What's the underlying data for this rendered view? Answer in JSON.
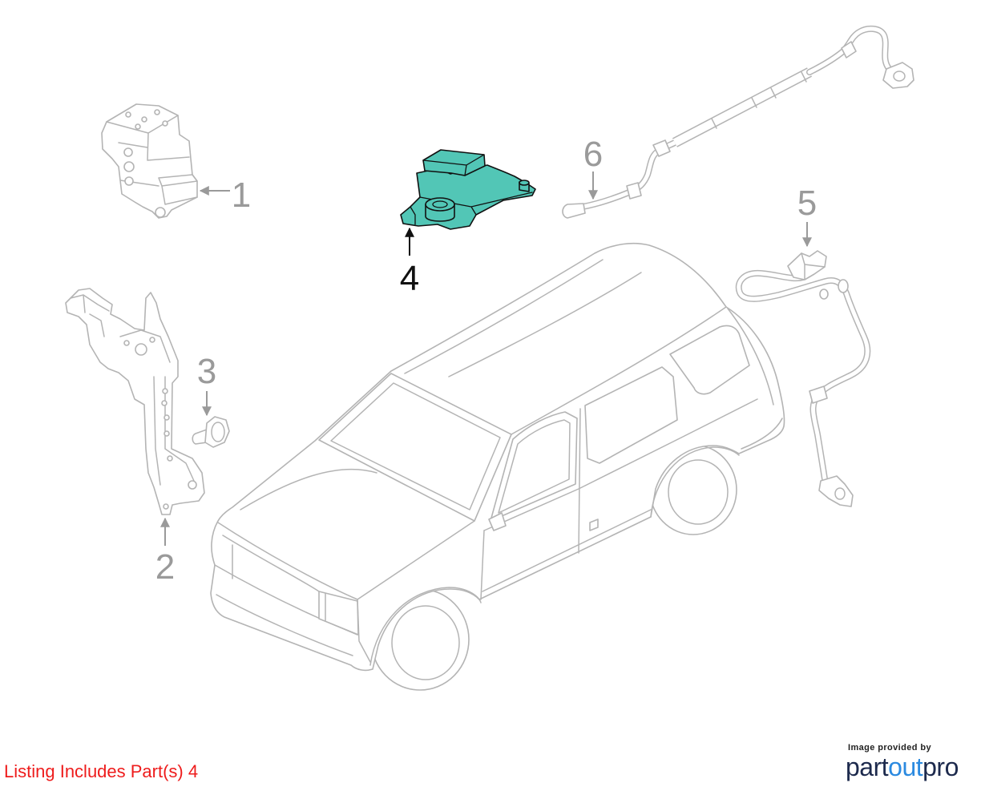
{
  "diagram": {
    "callouts": [
      {
        "number": "1",
        "highlighted": false
      },
      {
        "number": "2",
        "highlighted": false
      },
      {
        "number": "3",
        "highlighted": false
      },
      {
        "number": "4",
        "highlighted": true
      },
      {
        "number": "5",
        "highlighted": false
      },
      {
        "number": "6",
        "highlighted": false
      }
    ]
  },
  "listing_note": "Listing Includes Part(s) 4",
  "credit": {
    "caption": "Image provided by",
    "logo": {
      "part": "part",
      "out": "out",
      "pro": "pro"
    }
  },
  "colors": {
    "highlight_fill": "#52c6b6",
    "highlight_stroke": "#111111",
    "line": "#b4b4b4",
    "label": "#9a9a9a",
    "note": "#ee1c1c",
    "logo_navy": "#1d2a4d",
    "logo_blue": "#2b8ae0"
  }
}
